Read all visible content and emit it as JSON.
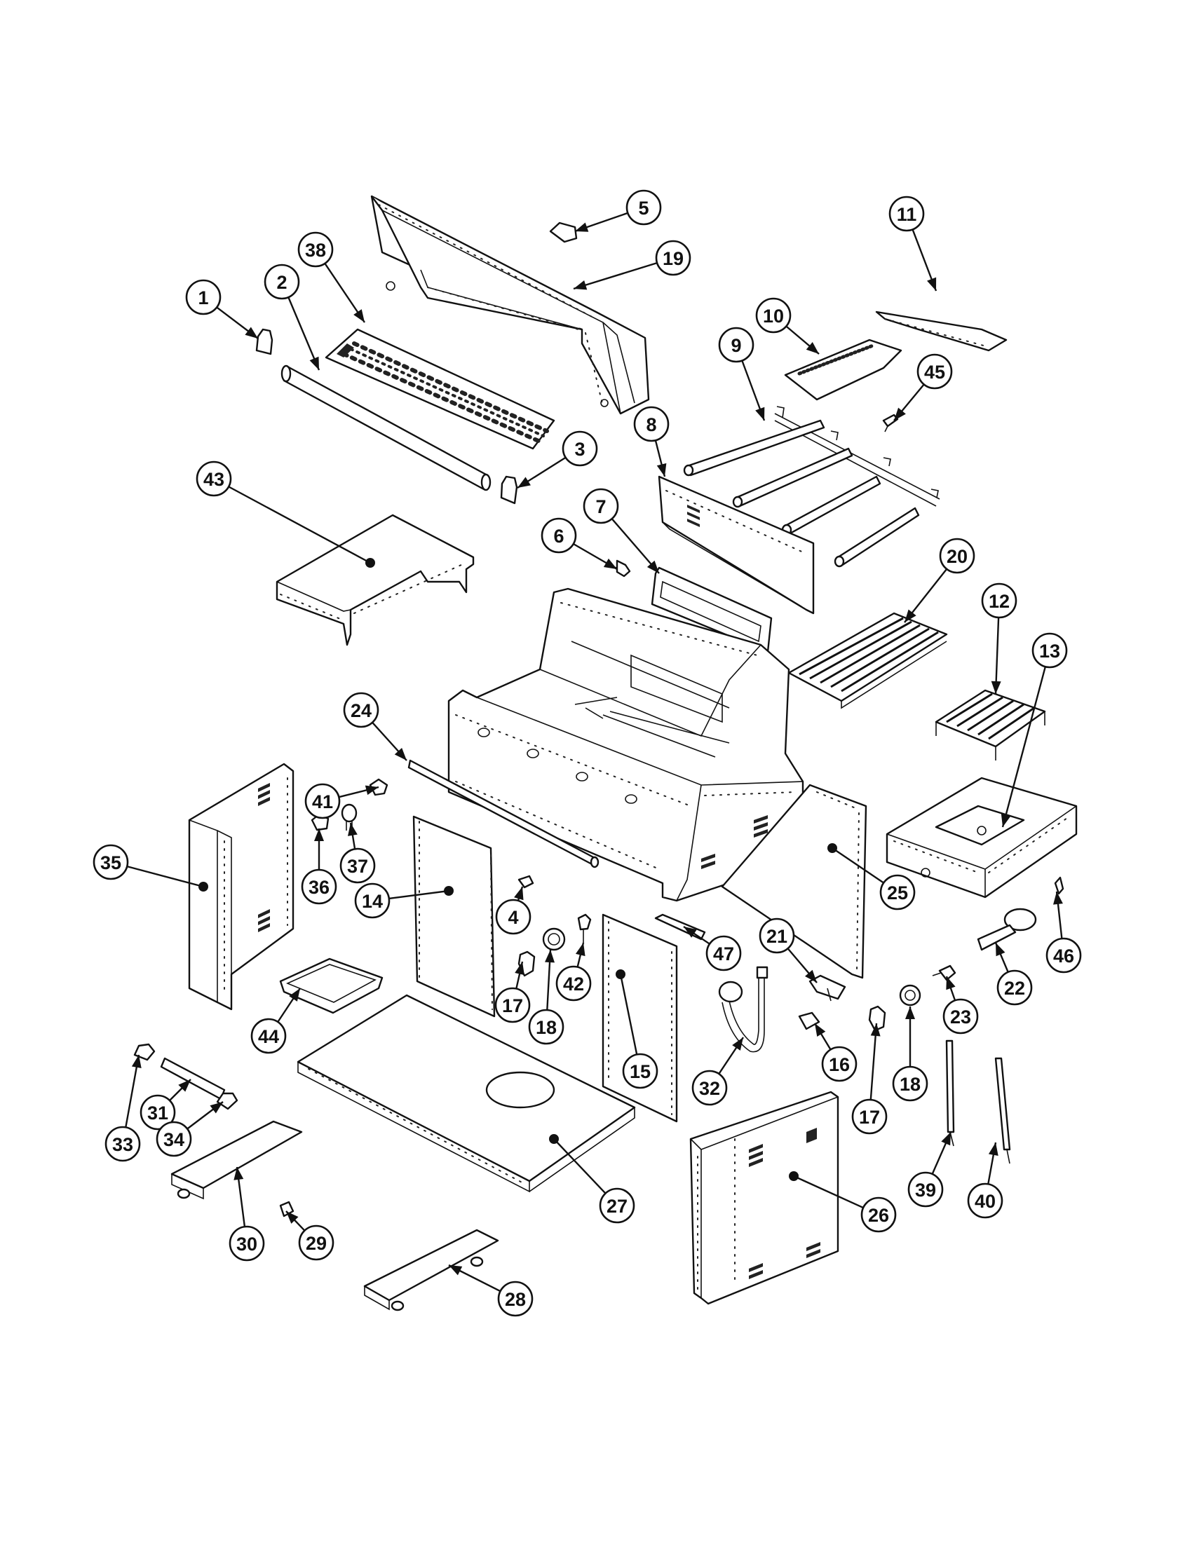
{
  "diagram": {
    "type": "exploded-parts-view",
    "callouts": [
      {
        "id": "c1",
        "label": "1"
      },
      {
        "id": "c2",
        "label": "2"
      },
      {
        "id": "c3",
        "label": "3"
      },
      {
        "id": "c4",
        "label": "4"
      },
      {
        "id": "c5",
        "label": "5"
      },
      {
        "id": "c6",
        "label": "6"
      },
      {
        "id": "c7",
        "label": "7"
      },
      {
        "id": "c8",
        "label": "8"
      },
      {
        "id": "c9",
        "label": "9"
      },
      {
        "id": "c10",
        "label": "10"
      },
      {
        "id": "c11",
        "label": "11"
      },
      {
        "id": "c12",
        "label": "12"
      },
      {
        "id": "c13",
        "label": "13"
      },
      {
        "id": "c14",
        "label": "14"
      },
      {
        "id": "c15",
        "label": "15"
      },
      {
        "id": "c16",
        "label": "16"
      },
      {
        "id": "c17a",
        "label": "17"
      },
      {
        "id": "c17b",
        "label": "17"
      },
      {
        "id": "c18a",
        "label": "18"
      },
      {
        "id": "c18b",
        "label": "18"
      },
      {
        "id": "c19",
        "label": "19"
      },
      {
        "id": "c20",
        "label": "20"
      },
      {
        "id": "c21",
        "label": "21"
      },
      {
        "id": "c22",
        "label": "22"
      },
      {
        "id": "c23",
        "label": "23"
      },
      {
        "id": "c24",
        "label": "24"
      },
      {
        "id": "c25",
        "label": "25"
      },
      {
        "id": "c26",
        "label": "26"
      },
      {
        "id": "c27",
        "label": "27"
      },
      {
        "id": "c28",
        "label": "28"
      },
      {
        "id": "c29",
        "label": "29"
      },
      {
        "id": "c30",
        "label": "30"
      },
      {
        "id": "c31",
        "label": "31"
      },
      {
        "id": "c32",
        "label": "32"
      },
      {
        "id": "c33",
        "label": "33"
      },
      {
        "id": "c34",
        "label": "34"
      },
      {
        "id": "c35",
        "label": "35"
      },
      {
        "id": "c36",
        "label": "36"
      },
      {
        "id": "c37",
        "label": "37"
      },
      {
        "id": "c38",
        "label": "38"
      },
      {
        "id": "c39",
        "label": "39"
      },
      {
        "id": "c40",
        "label": "40"
      },
      {
        "id": "c41",
        "label": "41"
      },
      {
        "id": "c42",
        "label": "42"
      },
      {
        "id": "c43",
        "label": "43"
      },
      {
        "id": "c44",
        "label": "44"
      },
      {
        "id": "c45",
        "label": "45"
      },
      {
        "id": "c46",
        "label": "46"
      },
      {
        "id": "c47",
        "label": "47"
      }
    ]
  }
}
